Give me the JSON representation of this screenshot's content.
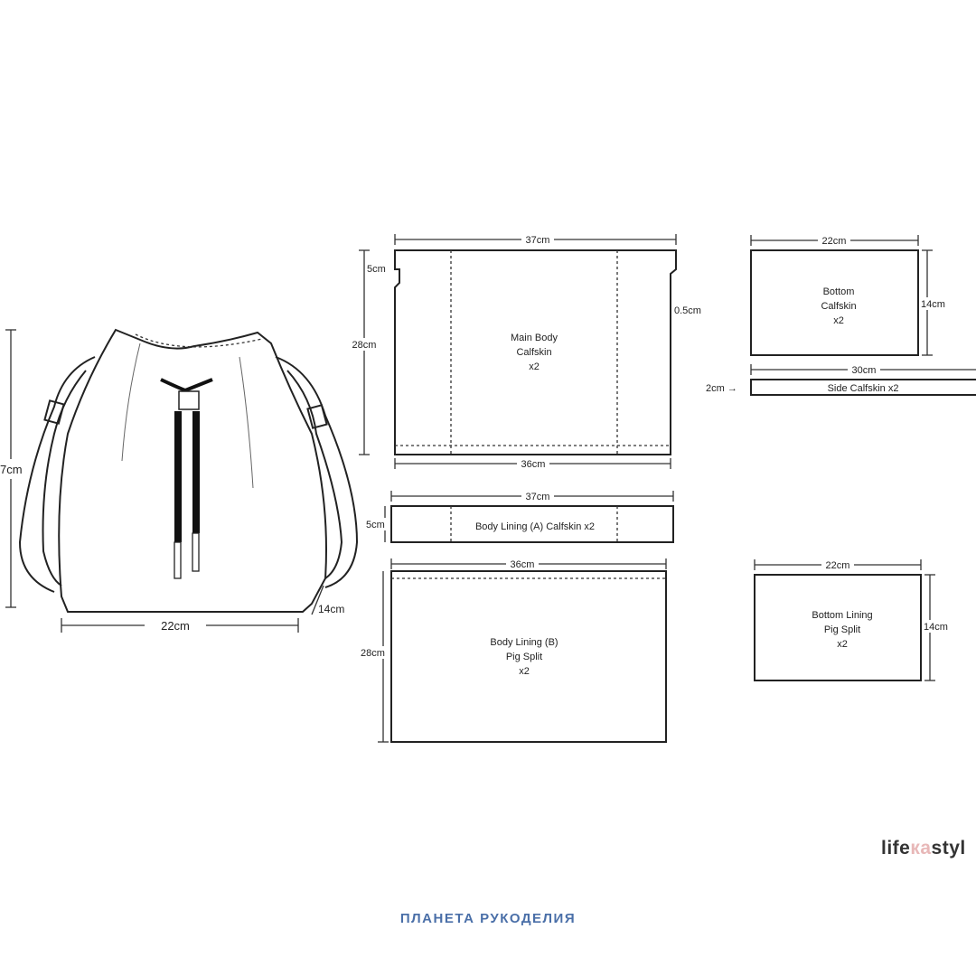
{
  "bag": {
    "height_label": "7cm",
    "width_label": "22cm",
    "depth_label": "14cm"
  },
  "main_body": {
    "top_width": "37cm",
    "bottom_width": "36cm",
    "height": "28cm",
    "fold": "5cm",
    "notch": "0.5cm",
    "name": "Main Body",
    "material": "Calfskin",
    "qty": "x2"
  },
  "lining_a": {
    "width": "37cm",
    "height": "5cm",
    "label": "Body Lining (A)  Calfskin  x2"
  },
  "lining_b": {
    "width": "36cm",
    "height": "28cm",
    "name": "Body Lining (B)",
    "material": "Pig Split",
    "qty": "x2"
  },
  "bottom": {
    "width": "22cm",
    "height": "14cm",
    "name": "Bottom",
    "material": "Calfskin",
    "qty": "x2"
  },
  "side": {
    "width": "30cm",
    "height": "2cm →",
    "label": "Side  Calfskin  x2"
  },
  "bottom_lining": {
    "width": "22cm",
    "height": "14cm",
    "name": "Bottom Lining",
    "material": "Pig Split",
    "qty": "x2"
  },
  "logo": {
    "left": "life",
    "mid": "ка",
    "right": "styl"
  },
  "footer": "ПЛАНЕТА РУКОДЕЛИЯ"
}
